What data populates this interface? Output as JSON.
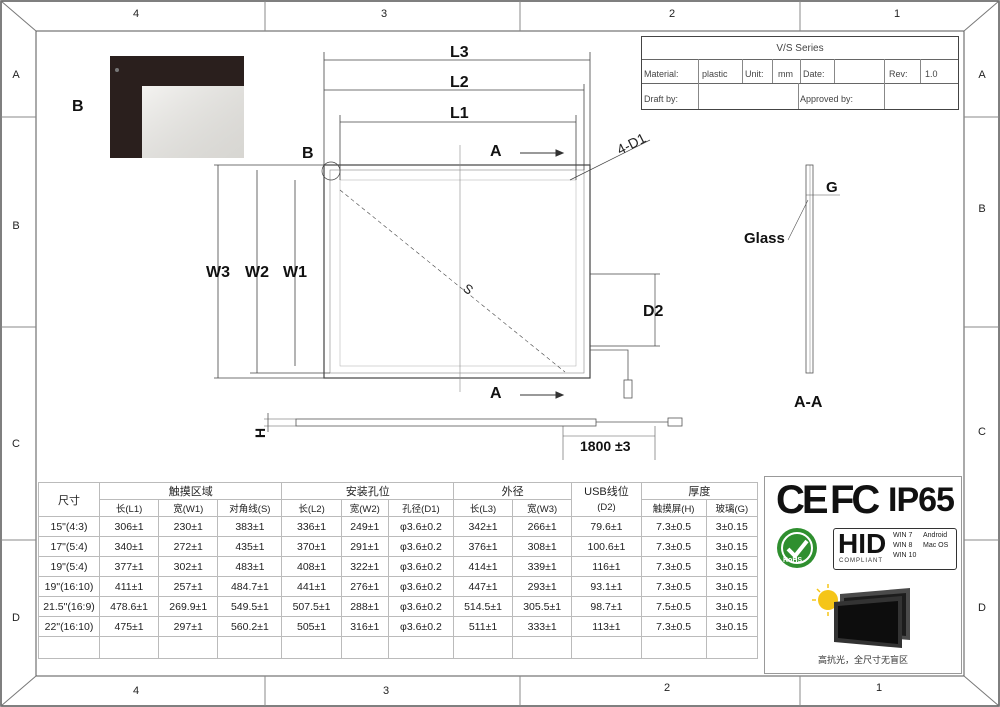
{
  "frame": {
    "top_zones": [
      "4",
      "3",
      "2",
      "1"
    ],
    "bottom_zones": [
      "4",
      "3",
      "2",
      "1"
    ],
    "side_zones": [
      "A",
      "B",
      "C",
      "D"
    ]
  },
  "title_block": {
    "series": "V/S Series",
    "material_label": "Material:",
    "material_value": "plastic",
    "unit_label": "Unit:",
    "unit_value": "mm",
    "date_label": "Date:",
    "rev_label": "Rev:",
    "rev_value": "1.0",
    "draft_label": "Draft by:",
    "approved_label": "Approved by:"
  },
  "drawing": {
    "detail_label": "B",
    "corner_label": "B",
    "L3": "L3",
    "L2": "L2",
    "L1": "L1",
    "W3": "W3",
    "W2": "W2",
    "W1": "W1",
    "hole": "4-D1",
    "section_top": "A",
    "section_bottom": "A",
    "diagonal": "S",
    "D2": "D2",
    "H": "H",
    "cable": "1800 ±3",
    "glass": "Glass",
    "G": "G",
    "section_view": "A-A"
  },
  "table": {
    "h_size": "尺寸",
    "h_touch": "触摸区域",
    "h_mount": "安装孔位",
    "h_outer": "外径",
    "h_usb": "USB线位",
    "h_thick": "厚度",
    "sub": [
      "长(L1)",
      "宽(W1)",
      "对角线(S)",
      "长(L2)",
      "宽(W2)",
      "孔径(D1)",
      "长(L3)",
      "宽(W3)",
      "(D2)",
      "触摸屏(H)",
      "玻璃(G)"
    ],
    "rows": [
      [
        "15\"(4:3)",
        "306±1",
        "230±1",
        "383±1",
        "336±1",
        "249±1",
        "φ3.6±0.2",
        "342±1",
        "266±1",
        "79.6±1",
        "7.3±0.5",
        "3±0.15"
      ],
      [
        "17\"(5:4)",
        "340±1",
        "272±1",
        "435±1",
        "370±1",
        "291±1",
        "φ3.6±0.2",
        "376±1",
        "308±1",
        "100.6±1",
        "7.3±0.5",
        "3±0.15"
      ],
      [
        "19\"(5:4)",
        "377±1",
        "302±1",
        "483±1",
        "408±1",
        "322±1",
        "φ3.6±0.2",
        "414±1",
        "339±1",
        "116±1",
        "7.3±0.5",
        "3±0.15"
      ],
      [
        "19\"(16:10)",
        "411±1",
        "257±1",
        "484.7±1",
        "441±1",
        "276±1",
        "φ3.6±0.2",
        "447±1",
        "293±1",
        "93.1±1",
        "7.3±0.5",
        "3±0.15"
      ],
      [
        "21.5\"(16:9)",
        "478.6±1",
        "269.9±1",
        "549.5±1",
        "507.5±1",
        "288±1",
        "φ3.6±0.2",
        "514.5±1",
        "305.5±1",
        "98.7±1",
        "7.5±0.5",
        "3±0.15"
      ],
      [
        "22\"(16:10)",
        "475±1",
        "297±1",
        "560.2±1",
        "505±1",
        "316±1",
        "φ3.6±0.2",
        "511±1",
        "333±1",
        "113±1",
        "7.3±0.5",
        "3±0.15"
      ]
    ]
  },
  "certs": {
    "ce": "CE",
    "fc": "FC",
    "ip": "IP65",
    "rohs": "RoHS",
    "hid": "HID",
    "hid_sub": "COMPLIANT",
    "os": [
      "WIN 7",
      "WIN 8",
      "WIN 10",
      "Android",
      "Mac OS"
    ],
    "monitor_caption": "高抗光，全尺寸无盲区"
  }
}
